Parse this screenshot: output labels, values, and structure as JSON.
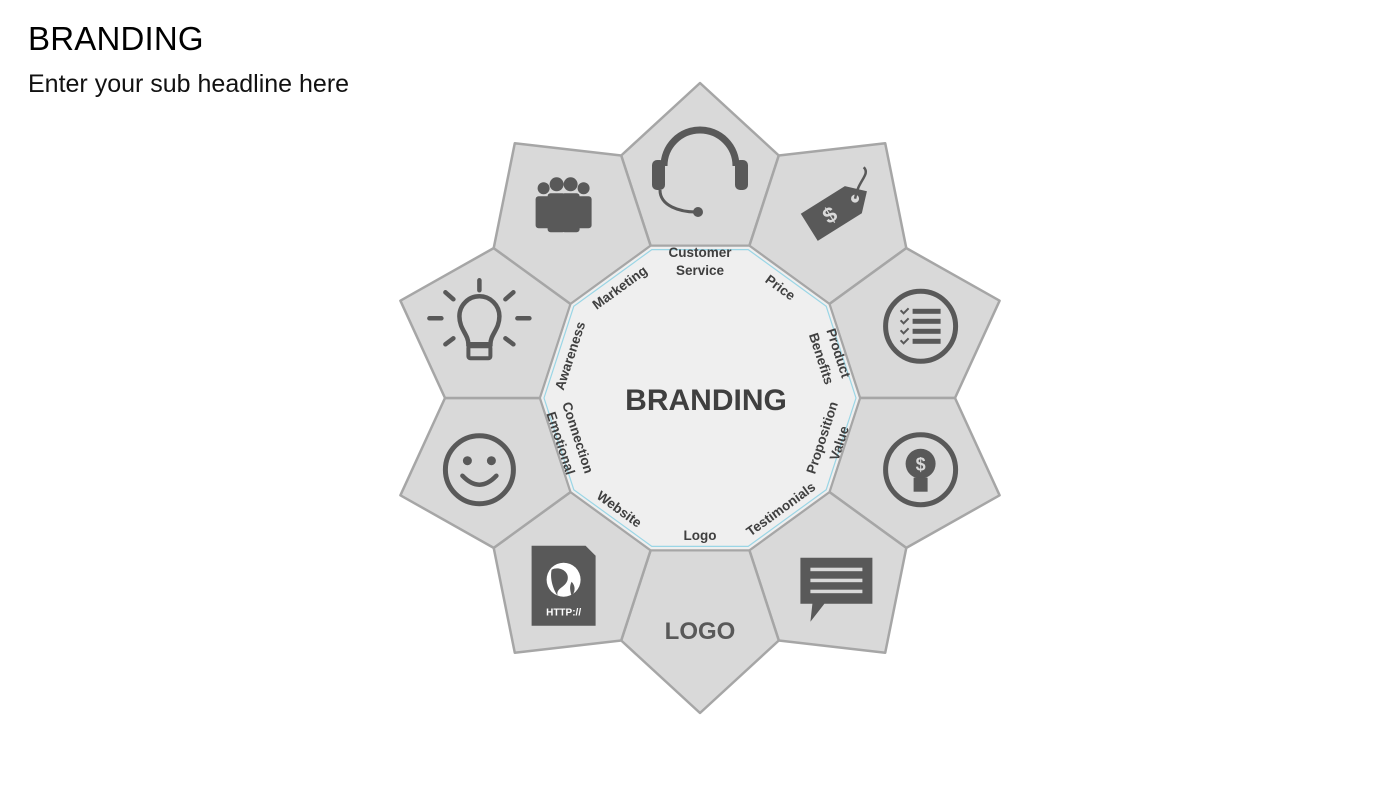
{
  "slide": {
    "title": "BRANDING",
    "subtitle": "Enter your sub headline here"
  },
  "diagram": {
    "center_label": "BRANDING",
    "segments": [
      {
        "label": [
          "Customer",
          "Service"
        ],
        "icon": "headset-icon"
      },
      {
        "label": [
          "Price"
        ],
        "icon": "price-tag-icon"
      },
      {
        "label": [
          "Product",
          "Benefits"
        ],
        "icon": "checklist-icon"
      },
      {
        "label": [
          "Value",
          "Proposition"
        ],
        "icon": "dollar-bulb-icon"
      },
      {
        "label": [
          "Testimonials"
        ],
        "icon": "speech-bubble-icon"
      },
      {
        "label": [
          "Logo"
        ],
        "icon": "logo-text",
        "icon_text": "LOGO"
      },
      {
        "label": [
          "Website"
        ],
        "icon": "web-document-icon",
        "icon_text": "HTTP://"
      },
      {
        "label": [
          "Emotional",
          "Connection"
        ],
        "icon": "smiley-icon"
      },
      {
        "label": [
          "Awareness"
        ],
        "icon": "lightbulb-icon"
      },
      {
        "label": [
          "Marketing"
        ],
        "icon": "team-icon"
      }
    ],
    "colors": {
      "petal_fill": "#d9d9d9",
      "petal_stroke": "#a6a6a6",
      "center_fill": "#efefef",
      "center_outline": "#9ad6e6",
      "icon": "#595959",
      "text": "#3f3f3f"
    }
  }
}
